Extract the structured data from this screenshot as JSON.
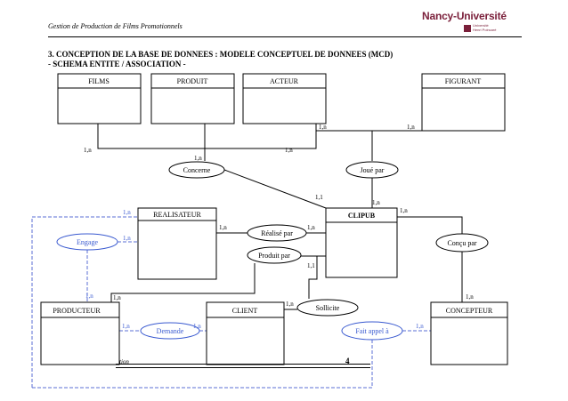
{
  "header": {
    "doc_title": "Gestion de Production de Films Promotionnels",
    "logo_text": "Nancy-Université",
    "logo_sub1": "Université",
    "logo_sub2": "Henri Poincaré"
  },
  "section": {
    "line1": "3. CONCEPTION DE LA BASE DE DONNEES : MODELE CONCEPTUEL DE DONNEES (MCD)",
    "line2": "- SCHEMA ENTITE / ASSOCIATION -"
  },
  "entities": {
    "films": "FILMS",
    "produit": "PRODUIT",
    "acteur": "ACTEUR",
    "figurant": "FIGURANT",
    "realisateur": "REALISATEUR",
    "clipub": "CLIPUB",
    "producteur": "PRODUCTEUR",
    "client": "CLIENT",
    "concepteur": "CONCEPTEUR"
  },
  "associations": {
    "concerne": "Concerne",
    "joue_par": "Joué par",
    "realise_par": "Réalisé par",
    "produit_par": "Produit par",
    "sollicite": "Sollicite",
    "concu_par": "Conçu par",
    "engage": "Engage",
    "demande": "Demande",
    "fait_appel": "Fait appel à"
  },
  "cardinalities": {
    "c_films": "1,n",
    "c_produit": "1,n",
    "c_acteur": "1,n",
    "c_acteur_joue": "1,n",
    "c_figurant": "1,n",
    "c_clip_concerne": "1,1",
    "c_clip_joue": "1,n",
    "c_clip_concu": "1,n",
    "c_real": "1,n",
    "c_clip_realise": "1,n",
    "c_clip_produit": "1,1",
    "c_real_engage_top": "1,n",
    "c_real_engage": "1,n",
    "c_prod_engage": "1,n",
    "c_prod_produit": "1,n",
    "c_prod_demande": "1,n",
    "c_client_demande": "1,n",
    "c_client_sollicite": "1,n",
    "c_concepteur_fait": "1,n",
    "c_concepteur_concu": "1,n"
  },
  "footer": {
    "page": "4",
    "text": "tion"
  },
  "colors": {
    "line": "#000000",
    "dashed": "#5b6fd6",
    "ellipse_blue": "#3a5ad0",
    "logo": "#7a1f3a"
  }
}
